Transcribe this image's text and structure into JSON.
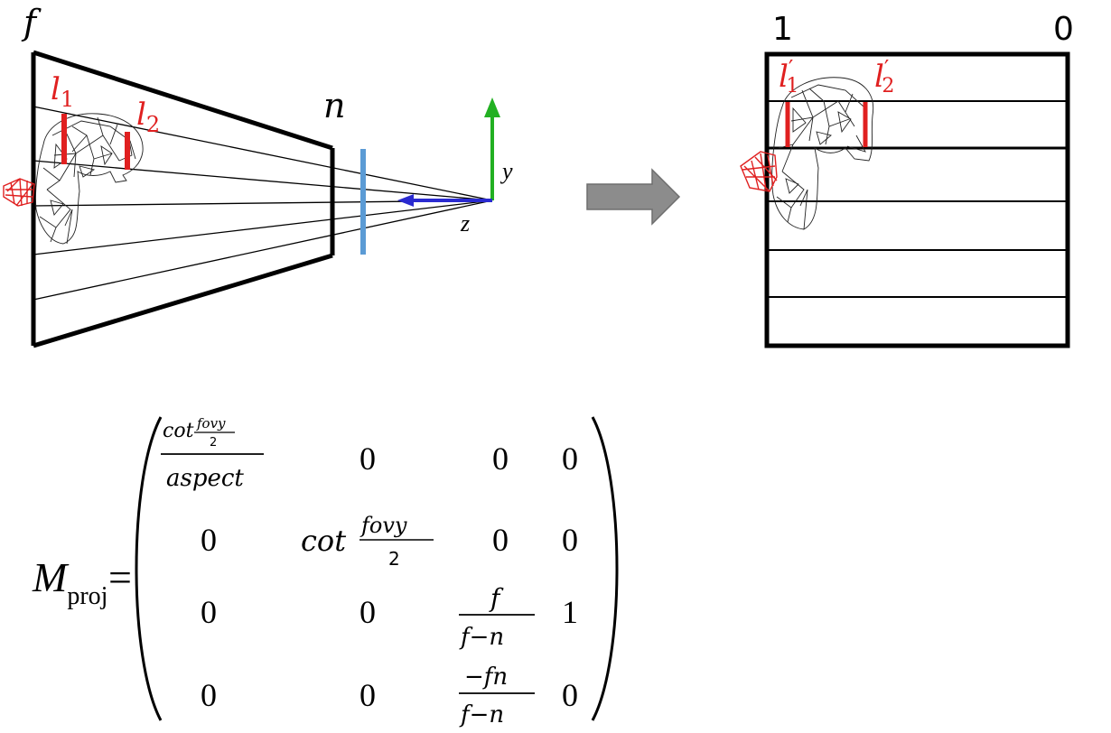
{
  "frustum": {
    "far_label": "f",
    "near_label": "n",
    "segment_1": {
      "base": "l",
      "sub": "1"
    },
    "segment_2": {
      "base": "l",
      "sub": "2"
    },
    "axis_y_label": "y",
    "axis_z_label": "z"
  },
  "projected": {
    "left_value": "1",
    "right_value": "0",
    "segment_1": {
      "base": "l",
      "prime": "′",
      "sub": "1"
    },
    "segment_2": {
      "base": "l",
      "prime": "′",
      "sub": "2"
    }
  },
  "matrix": {
    "lhs_symbol": "M",
    "lhs_subscript": "proj",
    "equals": "=",
    "r1c1": {
      "cot": "cot",
      "fovy": "fovy",
      "two": "2",
      "aspect": "aspect"
    },
    "r1c2": "0",
    "r1c3": "0",
    "r1c4": "0",
    "r2c1": "0",
    "r2c2": {
      "cot": "cot",
      "fovy": "fovy",
      "two": "2"
    },
    "r2c3": "0",
    "r2c4": "0",
    "r3c1": "0",
    "r3c2": "0",
    "r3c3": {
      "num": "f",
      "den": "f−n"
    },
    "r3c4": "1",
    "r4c1": "0",
    "r4c2": "0",
    "r4c3": {
      "num": "−fn",
      "den": "f−n"
    },
    "r4c4": "0"
  },
  "colors": {
    "segment": "#e02020",
    "near_plane": "#5b9bd5",
    "y_axis": "#22b022",
    "z_axis": "#2a2ad0",
    "arrow": "#8c8c8c"
  }
}
